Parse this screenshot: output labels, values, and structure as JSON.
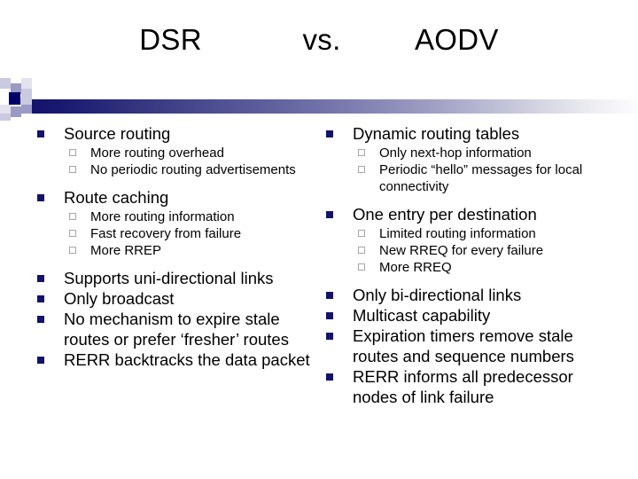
{
  "slide": {
    "title": "DSR            vs.         AODV",
    "title_parts": {
      "left": "DSR",
      "middle": "vs.",
      "right": "AODV"
    },
    "colors": {
      "bullet_level1": "#13136b",
      "bullet_level2_border": "#a6a6a6",
      "band_dark": "#13136b",
      "band_light": "#fdfdfe",
      "text": "#000000",
      "background": "#ffffff"
    },
    "columns": [
      {
        "name": "dsr",
        "items": [
          {
            "text": "Source routing",
            "sub": [
              "More routing overhead",
              "No periodic routing advertisements"
            ]
          },
          {
            "text": "Route caching",
            "sub": [
              "More routing information",
              "Fast recovery from failure",
              "More RREP"
            ]
          },
          {
            "text": "Supports uni-directional links",
            "sub": []
          },
          {
            "text": "Only broadcast",
            "sub": []
          },
          {
            "text": "No mechanism to expire stale routes or prefer ‘fresher’ routes",
            "sub": []
          },
          {
            "text": "RERR backtracks the data packet",
            "sub": []
          }
        ]
      },
      {
        "name": "aodv",
        "items": [
          {
            "text": "Dynamic routing tables",
            "sub": [
              "Only next-hop information",
              "Periodic “hello” messages for local connectivity"
            ]
          },
          {
            "text": "One entry per destination",
            "sub": [
              "Limited routing information",
              "New RREQ for every failure",
              "More RREQ"
            ]
          },
          {
            "text": "Only bi-directional links",
            "sub": []
          },
          {
            "text": "Multicast capability",
            "sub": []
          },
          {
            "text": "Expiration timers remove stale routes and sequence numbers",
            "sub": []
          },
          {
            "text": "RERR informs all predecessor nodes of link failure",
            "sub": []
          }
        ]
      }
    ]
  }
}
